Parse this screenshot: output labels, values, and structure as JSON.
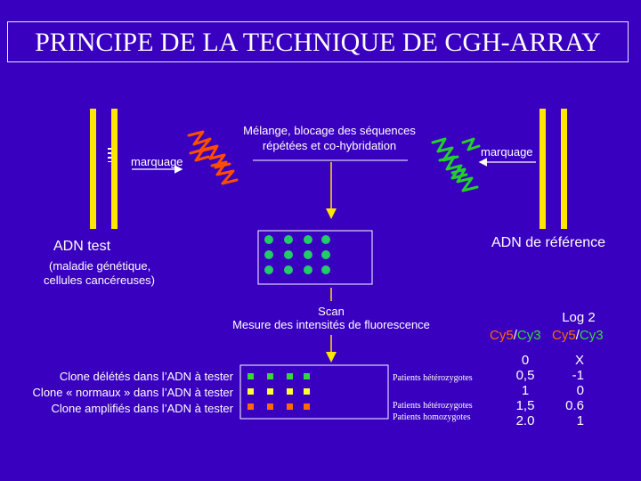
{
  "title": "PRINCIPE DE LA TECHNIQUE DE CGH-ARRAY",
  "left": {
    "marquage": "marquage",
    "adn_test": "ADN test",
    "adn_test_note_line1": "(maladie génétique,",
    "adn_test_note_line2": "cellules cancéreuses)"
  },
  "center": {
    "mix_line1": "Mélange, blocage des séquences",
    "mix_line2": "répétées et co-hybridation",
    "scan_line1": "Scan",
    "scan_line2": "Mesure des intensités de fluorescence"
  },
  "right": {
    "marquage": "marquage",
    "adn_reference": "ADN de référence"
  },
  "clones": [
    "Clone délétés dans l’ADN à tester",
    "Clone « normaux » dans l’ADN à tester",
    "Clone amplifiés dans l’ADN à tester"
  ],
  "patients": {
    "p1": "Patients hétérozygotes",
    "p2": "Patients hétérozygotes",
    "p3": "Patients homozygotes"
  },
  "ratio_header": {
    "cy5": "Cy5",
    "slash": "/",
    "cy3": "Cy3"
  },
  "log_header": {
    "log2": "Log 2",
    "cy5": "Cy5",
    "slash": "/",
    "cy3": "Cy3"
  },
  "ratio_values": [
    "0",
    "0,5",
    "1",
    "1,5",
    "2.0"
  ],
  "log_values": [
    "X",
    "-1",
    "0",
    "0.6",
    "1"
  ],
  "colors": {
    "background": "#3a00bf",
    "chromosome": "#ffe600",
    "cy5_red": "#ff6a00",
    "cy3_green": "#39d639",
    "neutral_yellow": "#ffff33",
    "spot_green": "#22cc66"
  }
}
